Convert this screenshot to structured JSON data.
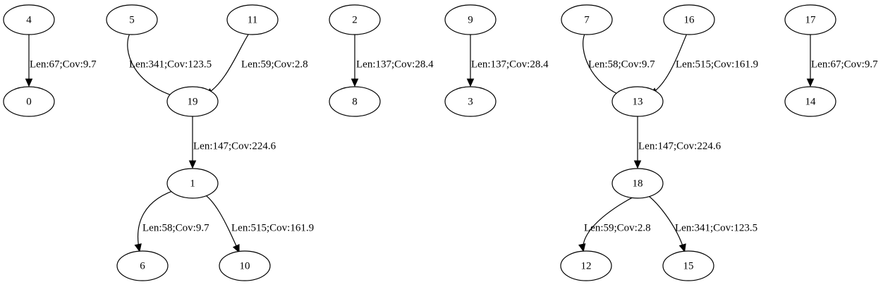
{
  "graph": {
    "nodes": [
      {
        "id": "4",
        "label": "4"
      },
      {
        "id": "0",
        "label": "0"
      },
      {
        "id": "5",
        "label": "5"
      },
      {
        "id": "11",
        "label": "11"
      },
      {
        "id": "19",
        "label": "19"
      },
      {
        "id": "1",
        "label": "1"
      },
      {
        "id": "6",
        "label": "6"
      },
      {
        "id": "10",
        "label": "10"
      },
      {
        "id": "2",
        "label": "2"
      },
      {
        "id": "8",
        "label": "8"
      },
      {
        "id": "9",
        "label": "9"
      },
      {
        "id": "3",
        "label": "3"
      },
      {
        "id": "7",
        "label": "7"
      },
      {
        "id": "16",
        "label": "16"
      },
      {
        "id": "13",
        "label": "13"
      },
      {
        "id": "18",
        "label": "18"
      },
      {
        "id": "12",
        "label": "12"
      },
      {
        "id": "15",
        "label": "15"
      },
      {
        "id": "17",
        "label": "17"
      },
      {
        "id": "14",
        "label": "14"
      }
    ],
    "edges": [
      {
        "from": "4",
        "to": "0",
        "label": "Len:67;Cov:9.7"
      },
      {
        "from": "5",
        "to": "19",
        "label": "Len:341;Cov:123.5"
      },
      {
        "from": "11",
        "to": "19",
        "label": "Len:59;Cov:2.8"
      },
      {
        "from": "19",
        "to": "1",
        "label": "Len:147;Cov:224.6"
      },
      {
        "from": "1",
        "to": "6",
        "label": "Len:58;Cov:9.7"
      },
      {
        "from": "1",
        "to": "10",
        "label": "Len:515;Cov:161.9"
      },
      {
        "from": "2",
        "to": "8",
        "label": "Len:137;Cov:28.4"
      },
      {
        "from": "9",
        "to": "3",
        "label": "Len:137;Cov:28.4"
      },
      {
        "from": "7",
        "to": "13",
        "label": "Len:58;Cov:9.7"
      },
      {
        "from": "16",
        "to": "13",
        "label": "Len:515;Cov:161.9"
      },
      {
        "from": "13",
        "to": "18",
        "label": "Len:147;Cov:224.6"
      },
      {
        "from": "18",
        "to": "12",
        "label": "Len:59;Cov:2.8"
      },
      {
        "from": "18",
        "to": "15",
        "label": "Len:341;Cov:123.5"
      },
      {
        "from": "17",
        "to": "14",
        "label": "Len:67;Cov:9.7"
      }
    ]
  }
}
